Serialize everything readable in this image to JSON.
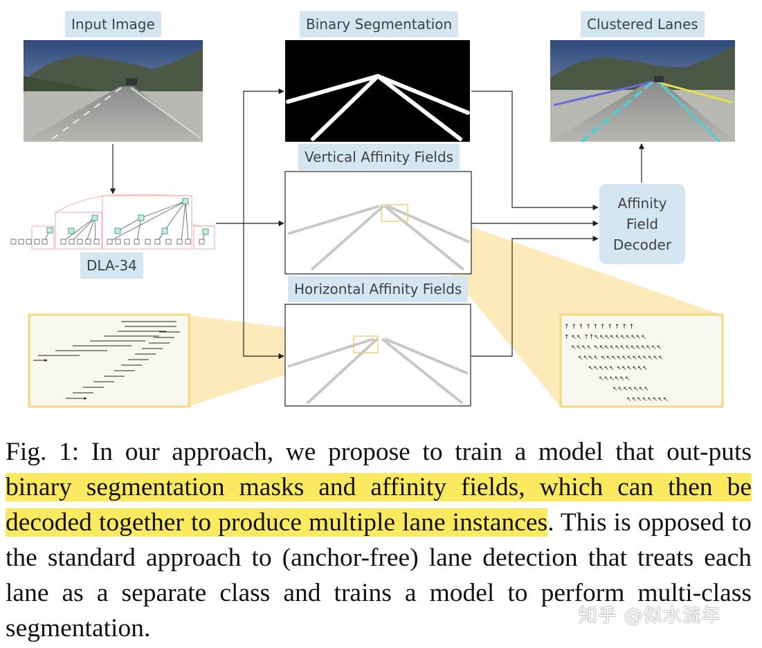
{
  "labels": {
    "input_image": "Input Image",
    "binary_segmentation": "Binary Segmentation",
    "clustered_lanes": "Clustered Lanes",
    "vertical_affinity_fields": "Vertical Affinity Fields",
    "horizontal_affinity_fields": "Horizontal Affinity Fields",
    "backbone": "DLA-34",
    "decoder_line1": "Affinity",
    "decoder_line2": "Field",
    "decoder_line3": "Decoder"
  },
  "caption": {
    "prefix": "Fig. 1: In our approach, we propose to train a model that out-puts ",
    "highlight1": "binary segmentation masks and affinity fields",
    "middle": ", which can then be decoded together to produce multiple lane instances",
    "highlight_color": "#fbe960",
    "suffix": ". This is opposed to the standard approach to (anchor-free) lane detection that treats each lane as a separate class and trains a model to perform multi-class segmentation."
  },
  "watermark": "知乎 @似水流年",
  "colors": {
    "label_bg": "#d5e6f3",
    "zoom_fill": "#fbe3a3",
    "zoom_border": "#f6d77c",
    "lane_mask": "#ffffff",
    "mask_bg": "#000000",
    "clustered_lane_a": "#4fd0d0",
    "clustered_lane_b": "#e8e04a",
    "clustered_lane_c": "#6a6ad8"
  }
}
